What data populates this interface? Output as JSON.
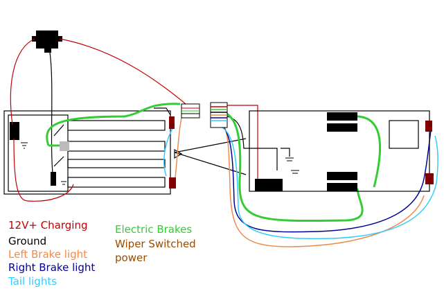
{
  "colors": {
    "charging": "#c00000",
    "ground": "#000000",
    "left_brake": "#f08a4b",
    "right_brake": "#000099",
    "tail": "#33ccff",
    "electric_brakes": "#33cc33",
    "wiper_power": "#994c00",
    "connector": "#800000"
  },
  "legend": {
    "charging": "12V+ Charging",
    "ground": "Ground",
    "left_brake": "Left Brake light",
    "right_brake": "Right Brake light",
    "tail": "Tail lights",
    "electric_brakes": "Electric Brakes",
    "wiper_line1": "Wiper Switched",
    "wiper_line2": "power"
  }
}
